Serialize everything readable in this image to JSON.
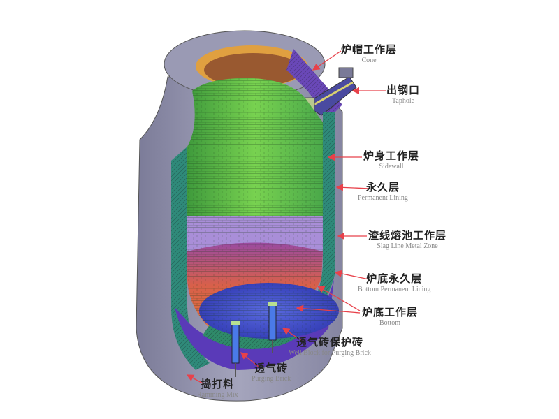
{
  "title": "Converter lining structure diagram",
  "labels": [
    {
      "zh": "炉帽工作层",
      "en": "Cone"
    },
    {
      "zh": "出钢口",
      "en": "Taphole"
    },
    {
      "zh": "炉身工作层",
      "en": "Sidewall"
    },
    {
      "zh": "永久层",
      "en": "Permanent Lining"
    },
    {
      "zh": "渣线熔池工作层",
      "en": "Slag Line Metal Zone"
    },
    {
      "zh": "炉底永久层",
      "en": "Bottom Permanent Lining"
    },
    {
      "zh": "炉底工作层",
      "en": "Bottom"
    },
    {
      "zh": "透气砖保护砖",
      "en": "Well Block for Purging Brick"
    },
    {
      "zh": "透气砖",
      "en": "Purging Brick"
    },
    {
      "zh": "捣打料",
      "en": "Ramming Mix"
    }
  ],
  "colors": {
    "shell": "#8a8aa8",
    "sidewall": "#6fc84a",
    "slag_line": "#a98ed8",
    "metal_zone": "#d85a4a",
    "bottom": "#4a52d0",
    "cone": "#6a48b8",
    "permanent": "#2f8a7a",
    "arrow": "#e8414a"
  }
}
